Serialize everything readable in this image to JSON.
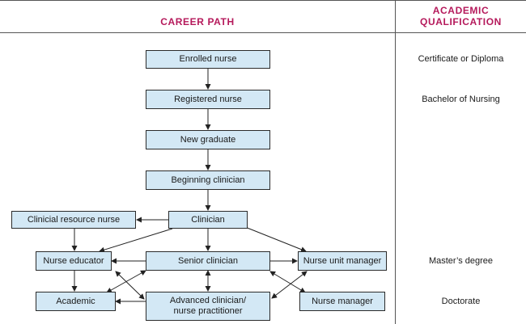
{
  "headers": {
    "career_path": "CAREER PATH",
    "academic_line1": "ACADEMIC",
    "academic_line2": "QUALIFICATION"
  },
  "nodes": {
    "enrolled_nurse": "Enrolled nurse",
    "registered_nurse": "Registered nurse",
    "new_graduate": "New graduate",
    "beginning_clinician": "Beginning clinician",
    "clinician": "Clinician",
    "clinical_resource_nurse": "Clinicial resource nurse",
    "nurse_educator": "Nurse educator",
    "senior_clinician": "Senior clinician",
    "nurse_unit_manager": "Nurse unit manager",
    "academic": "Academic",
    "advanced_clinician_line1": "Advanced clinician/",
    "advanced_clinician_line2": "nurse practitioner",
    "nurse_manager": "Nurse manager"
  },
  "qualifications": {
    "certificate": "Certificate or Diploma",
    "bachelor": "Bachelor of Nursing",
    "masters": "Master’s degree",
    "doctorate": "Doctorate"
  },
  "colors": {
    "header_accent": "#b5195b",
    "box_fill": "#d3e8f5"
  }
}
